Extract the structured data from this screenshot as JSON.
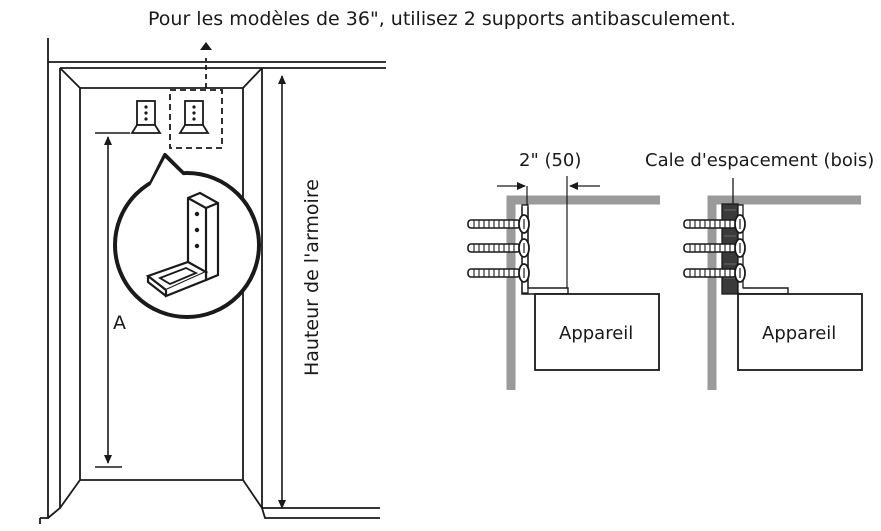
{
  "caption": "Pour les modèles de 36\", utilisez 2 supports antibasculement.",
  "left_diagram": {
    "dimension_a_label": "A",
    "cabinet_height_label": "Hauteur de l'armoire"
  },
  "right_diagram": {
    "gap_label": "2\" (50)",
    "spacer_label": "Cale d'espacement (bois)",
    "appliance_label_left": "Appareil",
    "appliance_label_right": "Appareil"
  },
  "colors": {
    "line": "#1a1a1a",
    "wall_gray": "#9a9a9a",
    "spacer_dark": "#3a3a3a"
  }
}
